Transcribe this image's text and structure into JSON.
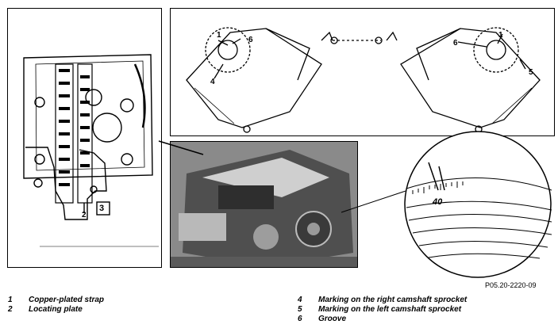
{
  "callouts": {
    "left_2": "2",
    "left_symbol": "3",
    "top_left_1": "1",
    "top_left_6": "6",
    "top_left_4": "4",
    "top_right_6": "6",
    "top_right_1": "1",
    "top_right_5": "5",
    "inset_scale": "40"
  },
  "figure_id": "P05.20-2220-09",
  "legend": [
    {
      "num": "1",
      "text": "Copper-plated strap"
    },
    {
      "num": "2",
      "text": "Locating plate"
    },
    {
      "num": "4",
      "text": "Marking on the right camshaft sprocket"
    },
    {
      "num": "5",
      "text": "Marking on the left camshaft sprocket"
    },
    {
      "num": "6",
      "text": "Groove"
    }
  ]
}
